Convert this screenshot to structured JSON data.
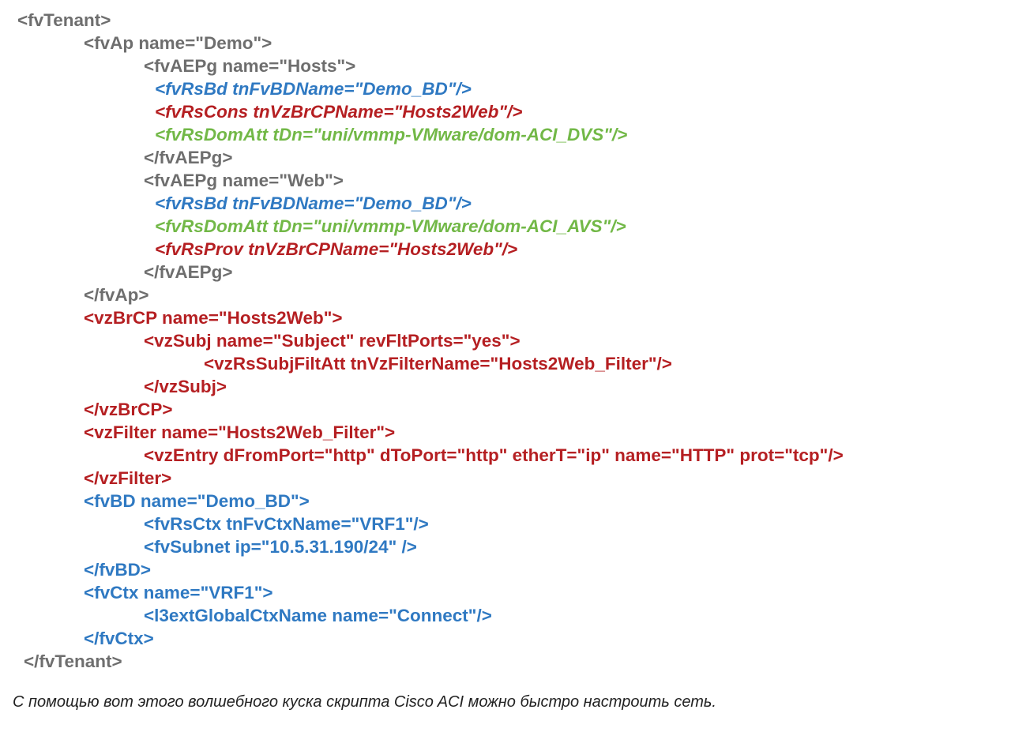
{
  "colors": {
    "gray": "#6e6e6e",
    "blue": "#2f79c2",
    "red": "#b51f22",
    "green": "#72b847",
    "caption": "#222222"
  },
  "lines": [
    {
      "indent": 0,
      "text": "<fvTenant>",
      "color": "gray",
      "italic": false
    },
    {
      "indent": 1,
      "text": "<fvAp name=\"Demo\">",
      "color": "gray",
      "italic": false
    },
    {
      "indent": 2,
      "text": "<fvAEPg name=\"Hosts\">",
      "color": "gray",
      "italic": false
    },
    {
      "indent": 3,
      "text": "<fvRsBd tnFvBDName=\"Demo_BD\"/>",
      "color": "blue",
      "italic": true
    },
    {
      "indent": 3,
      "text": "<fvRsCons tnVzBrCPName=\"Hosts2Web\"/>",
      "color": "red",
      "italic": true
    },
    {
      "indent": 3,
      "text": "<fvRsDomAtt tDn=\"uni/vmmp-VMware/dom-ACI_DVS\"/>",
      "color": "green",
      "italic": true
    },
    {
      "indent": 2,
      "text": "</fvAEPg>",
      "color": "gray",
      "italic": false
    },
    {
      "indent": 2,
      "text": "<fvAEPg name=\"Web\">",
      "color": "gray",
      "italic": false
    },
    {
      "indent": 3,
      "text": "<fvRsBd tnFvBDName=\"Demo_BD\"/>",
      "color": "blue",
      "italic": true
    },
    {
      "indent": 3,
      "text": "<fvRsDomAtt tDn=\"uni/vmmp-VMware/dom-ACI_AVS\"/>",
      "color": "green",
      "italic": true
    },
    {
      "indent": 3,
      "text": "<fvRsProv tnVzBrCPName=\"Hosts2Web\"/>",
      "color": "red",
      "italic": true
    },
    {
      "indent": 2,
      "text": "</fvAEPg>",
      "color": "gray",
      "italic": false
    },
    {
      "indent": 1,
      "text": "</fvAp>",
      "color": "gray",
      "italic": false
    },
    {
      "indent": 1,
      "text": "<vzBrCP name=\"Hosts2Web\">",
      "color": "red",
      "italic": false
    },
    {
      "indent": 2,
      "text": "<vzSubj name=\"Subject\" revFltPorts=\"yes\">",
      "color": "red",
      "italic": false
    },
    {
      "indent": 4,
      "text": "<vzRsSubjFiltAtt tnVzFilterName=\"Hosts2Web_Filter\"/>",
      "color": "red",
      "italic": false
    },
    {
      "indent": 2,
      "text": "</vzSubj>",
      "color": "red",
      "italic": false
    },
    {
      "indent": 1,
      "text": "</vzBrCP>",
      "color": "red",
      "italic": false
    },
    {
      "indent": 1,
      "text": "<vzFilter name=\"Hosts2Web_Filter\">",
      "color": "red",
      "italic": false
    },
    {
      "indent": 2,
      "text": "<vzEntry dFromPort=\"http\" dToPort=\"http\" etherT=\"ip\" name=\"HTTP\" prot=\"tcp\"/>",
      "color": "red",
      "italic": false
    },
    {
      "indent": 1,
      "text": "</vzFilter>",
      "color": "red",
      "italic": false
    },
    {
      "indent": 1,
      "text": "<fvBD name=\"Demo_BD\">",
      "color": "blue",
      "italic": false
    },
    {
      "indent": 2,
      "text": "<fvRsCtx tnFvCtxName=\"VRF1\"/>",
      "color": "blue",
      "italic": false
    },
    {
      "indent": 2,
      "text": "<fvSubnet ip=\"10.5.31.190/24\" />",
      "color": "blue",
      "italic": false
    },
    {
      "indent": 1,
      "text": "</fvBD>",
      "color": "blue",
      "italic": false
    },
    {
      "indent": 1,
      "text": "<fvCtx name=\"VRF1\">",
      "color": "blue",
      "italic": false
    },
    {
      "indent": 2,
      "text": "<l3extGlobalCtxName name=\"Connect\"/>",
      "color": "blue",
      "italic": false
    },
    {
      "indent": 1,
      "text": "</fvCtx>",
      "color": "blue",
      "italic": false
    },
    {
      "indent": 0,
      "text": "</fvTenant>",
      "color": "gray",
      "italic": false
    }
  ],
  "caption": "С помощью вот этого волшебного куска скрипта Cisco ACI можно быстро настроить сеть."
}
